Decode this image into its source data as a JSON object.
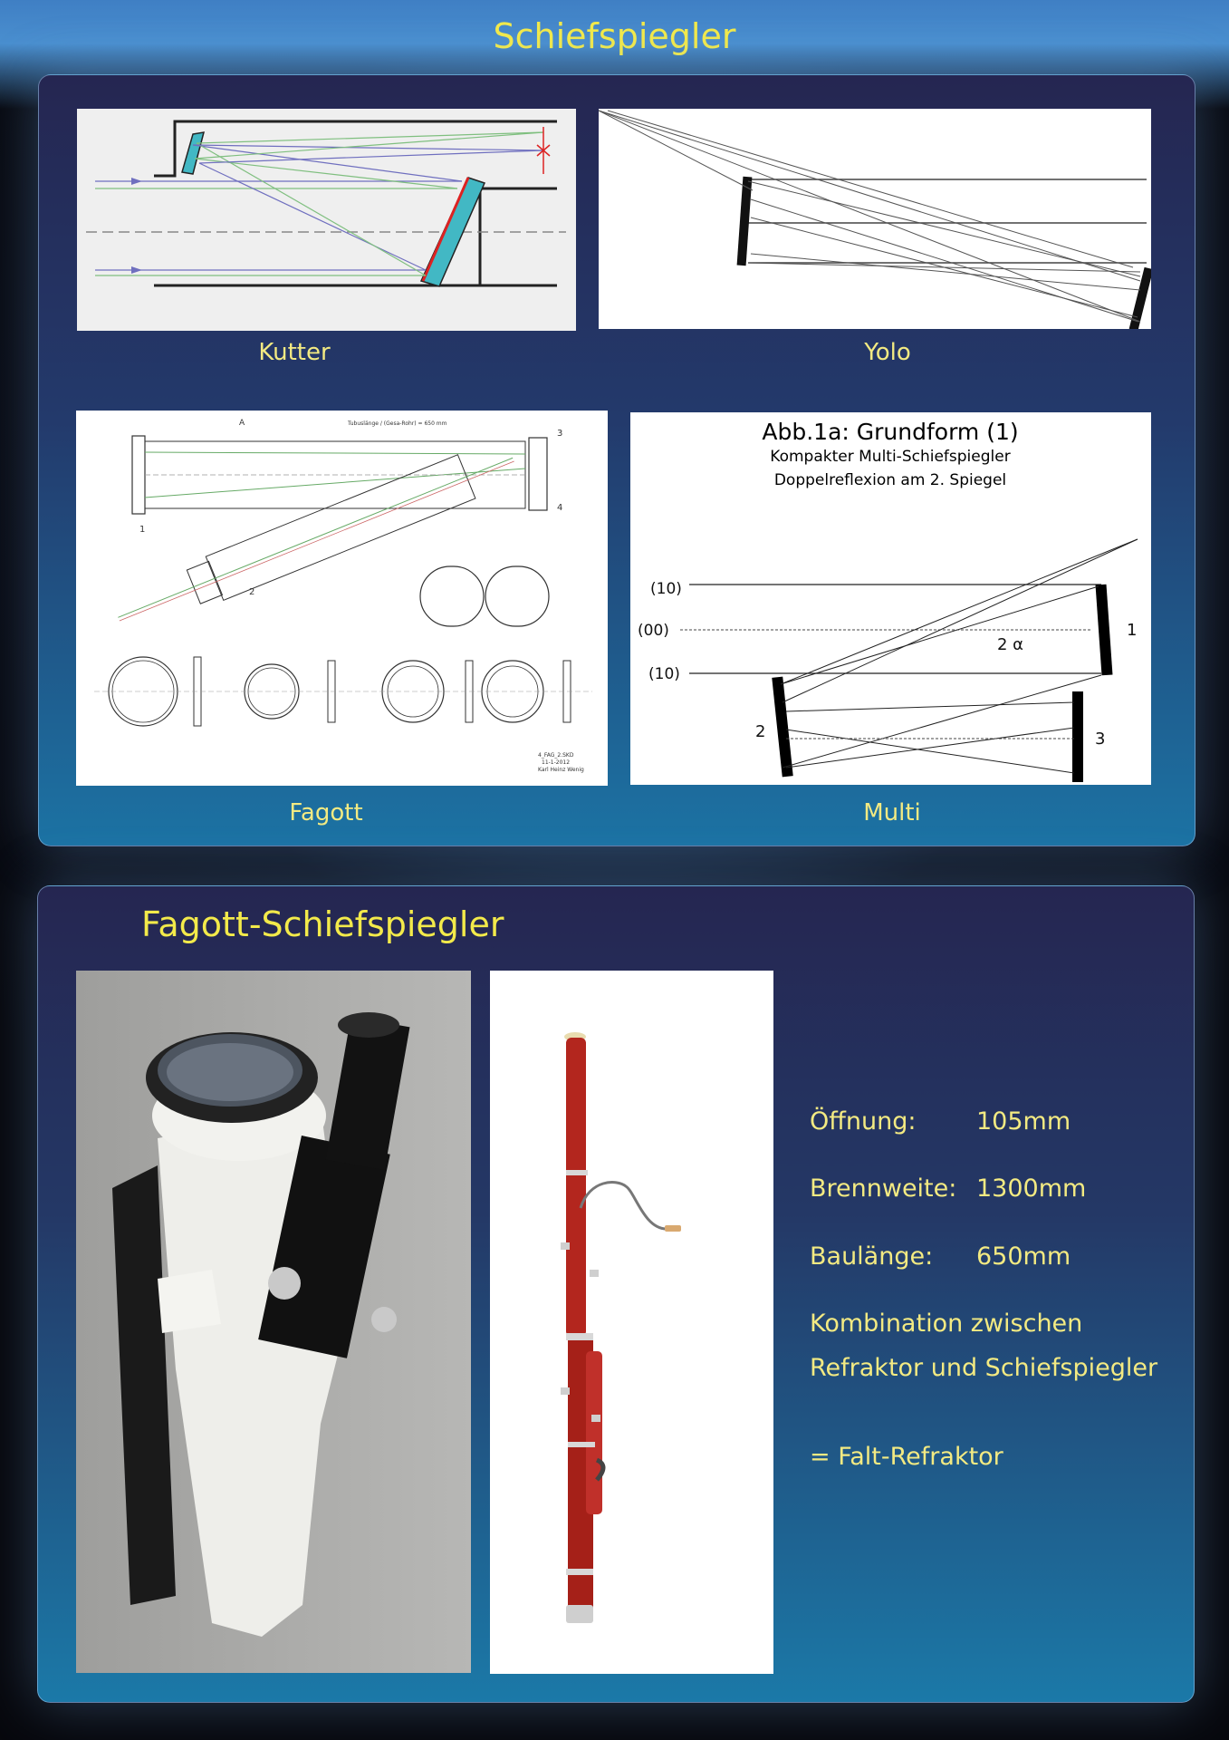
{
  "title": "Schiefspiegler",
  "designs": [
    {
      "caption": "Kutter"
    },
    {
      "caption": "Yolo"
    },
    {
      "caption": "Fagott"
    },
    {
      "caption": "Multi"
    }
  ],
  "multi_figure": {
    "heading": "Abb.1a: Grundform (1)",
    "line1": "Kompakter Multi-Schiefspiegler",
    "line2": "Doppelreflexion am 2. Spiegel",
    "label_10a": "(10)",
    "label_00": "(00)",
    "label_10b": "(10)",
    "mirror1": "1",
    "mirror2": "2",
    "mirror3": "3",
    "angle": "2 α"
  },
  "fagott_drawing": {
    "tube_label": "Tubuslänge / (Gesa-Rohr) = 650 mm",
    "author": "Karl Heinz Wenig",
    "code": "4_FAG_2.SKD",
    "date": "11-1-2012",
    "nums": [
      "1",
      "2",
      "3",
      "4"
    ],
    "mark_a": "A"
  },
  "section": {
    "title": "Fagott-Schiefspiegler",
    "specs": [
      {
        "label": "Öffnung:",
        "value": "105mm"
      },
      {
        "label": "Brennweite:",
        "value": "1300mm"
      },
      {
        "label": "Baulänge:",
        "value": "650mm"
      }
    ],
    "combo_line1": "Kombination zwischen",
    "combo_line2": "Refraktor und Schiefspiegler",
    "result": "= Falt-Refraktor"
  }
}
